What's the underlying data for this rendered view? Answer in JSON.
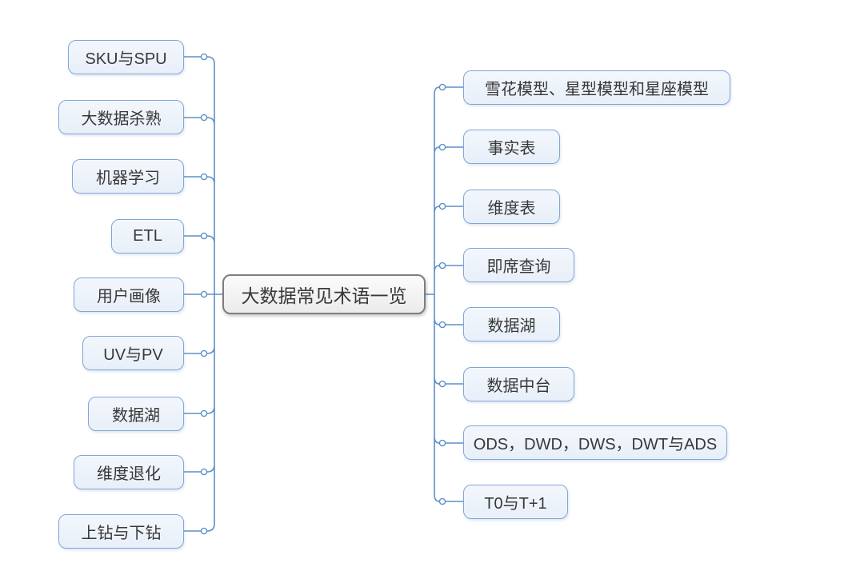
{
  "diagram": {
    "type": "mindmap",
    "root": {
      "label": "大数据常见术语一览"
    },
    "left_branches": [
      {
        "label": "SKU与SPU"
      },
      {
        "label": "大数据杀熟"
      },
      {
        "label": "机器学习"
      },
      {
        "label": "ETL"
      },
      {
        "label": "用户画像"
      },
      {
        "label": "UV与PV"
      },
      {
        "label": "数据湖"
      },
      {
        "label": "维度退化"
      },
      {
        "label": "上钻与下钻"
      }
    ],
    "right_branches": [
      {
        "label": "雪花模型、星型模型和星座模型"
      },
      {
        "label": "事实表"
      },
      {
        "label": "维度表"
      },
      {
        "label": "即席查询"
      },
      {
        "label": "数据湖"
      },
      {
        "label": "数据中台"
      },
      {
        "label": "ODS，DWD，DWS，DWT与ADS"
      },
      {
        "label": "T0与T+1"
      }
    ],
    "colors": {
      "line": "#5E8FC6",
      "box_border": "#7FA7D6",
      "box_fill_top": "#F3F7FC",
      "box_fill_bottom": "#E8EFF9",
      "central_border": "#7E7E7E",
      "central_fill_top": "#FBFBFB",
      "central_fill_bottom": "#EBEBEB",
      "text": "#383838",
      "canvas_bg": "#FFFFFF"
    }
  }
}
